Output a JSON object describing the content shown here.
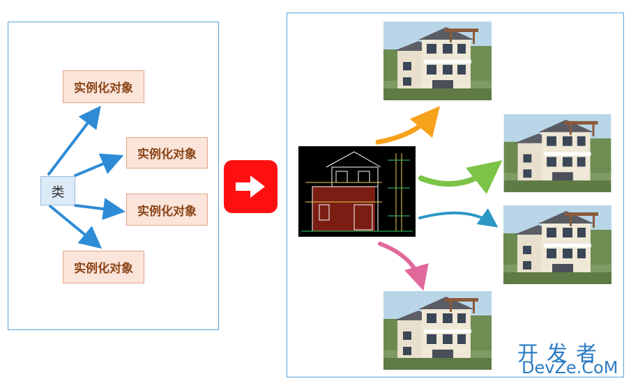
{
  "left_diagram": {
    "class_label": "类",
    "object_labels": [
      "实例化对象",
      "实例化对象",
      "实例化对象",
      "实例化对象"
    ]
  },
  "transition_icon": "right-arrow-icon",
  "right_diagram": {
    "blueprint_icon": "house-blueprint-image",
    "house_icon": "house-photo-image",
    "arrow_colors": [
      "#f7a21b",
      "#7cc447",
      "#2a98c4",
      "#e0689a"
    ]
  },
  "watermark": {
    "main": "开发者",
    "sub": "DevZe.CoM"
  },
  "colors": {
    "panel_border": "#5aa0d6",
    "class_fill": "#ddeaf7",
    "object_fill": "#fbe4da",
    "object_text": "#8a4416",
    "left_arrows": "#2e8bd6",
    "big_arrow_bg": "#ff1010"
  }
}
